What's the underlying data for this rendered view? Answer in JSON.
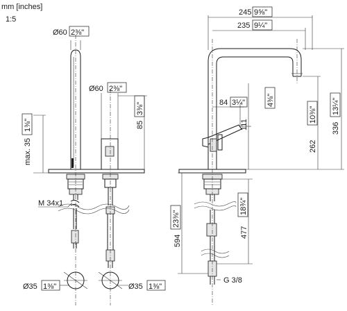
{
  "header": {
    "units": "mm [inches]",
    "scale": "1:5"
  },
  "front_view": {
    "spout_diameter": {
      "prefix": "Ø60",
      "imperial": "2⅜\""
    },
    "handle_diameter": {
      "prefix": "Ø60",
      "imperial": "2⅜\""
    },
    "handle_height": {
      "metric": "85",
      "imperial": "3⅜\""
    },
    "max_deck": {
      "metric": "max. 35",
      "imperial": "1⅜\""
    },
    "thread": "M 34x1",
    "hole_left": {
      "prefix": "Ø35",
      "imperial": "1⅜\""
    },
    "hole_right": {
      "prefix": "Ø35",
      "imperial": "1⅜\""
    }
  },
  "side_view": {
    "width_outer": {
      "metric": "245",
      "imperial": "9⅝\""
    },
    "width_inner": {
      "metric": "235",
      "imperial": "9¼\""
    },
    "total_height": {
      "metric": "336",
      "imperial": "13¼\""
    },
    "outlet_height": {
      "metric": "262",
      "imperial": "10⅜\""
    },
    "lever_height": {
      "metric": "111",
      "imperial": "4⅜\""
    },
    "lever_offset": {
      "metric": "84",
      "imperial": "3¼\""
    },
    "hose_length": {
      "metric": "477",
      "imperial": "18¾\""
    },
    "supply_length": {
      "metric": "594",
      "imperial": "23⅜\""
    },
    "connection": "G 3/8"
  }
}
